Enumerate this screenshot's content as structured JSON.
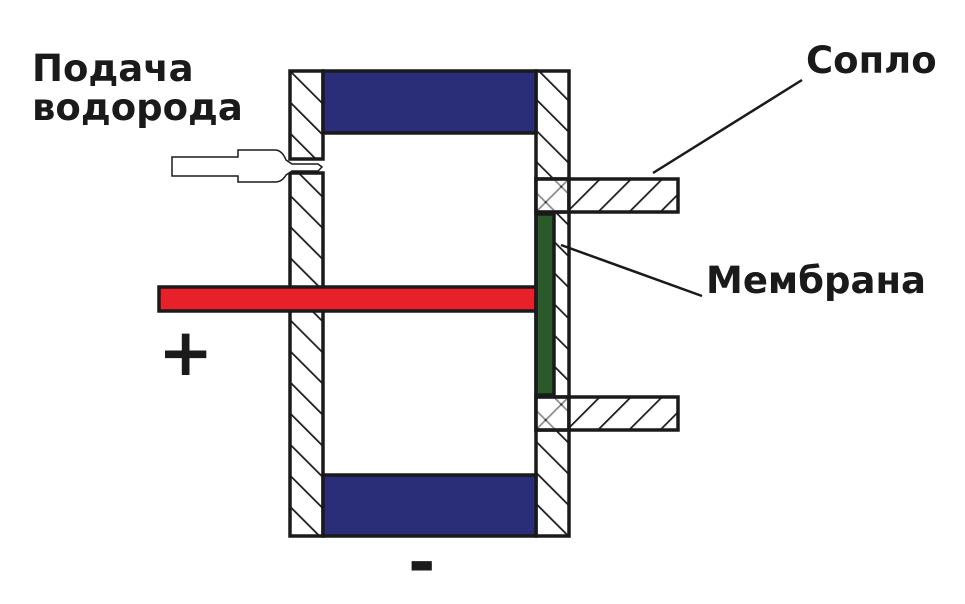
{
  "labels": {
    "hydrogen_feed": "Подача водорода",
    "nozzle": "Сопло",
    "membrane": "Мембрана",
    "positive": "+",
    "negative": "-"
  },
  "colors": {
    "electrode_blue": "#2a2d78",
    "rod_red": "#e8202a",
    "membrane_green": "#2b5a2a",
    "outline": "#1a1a1a"
  }
}
